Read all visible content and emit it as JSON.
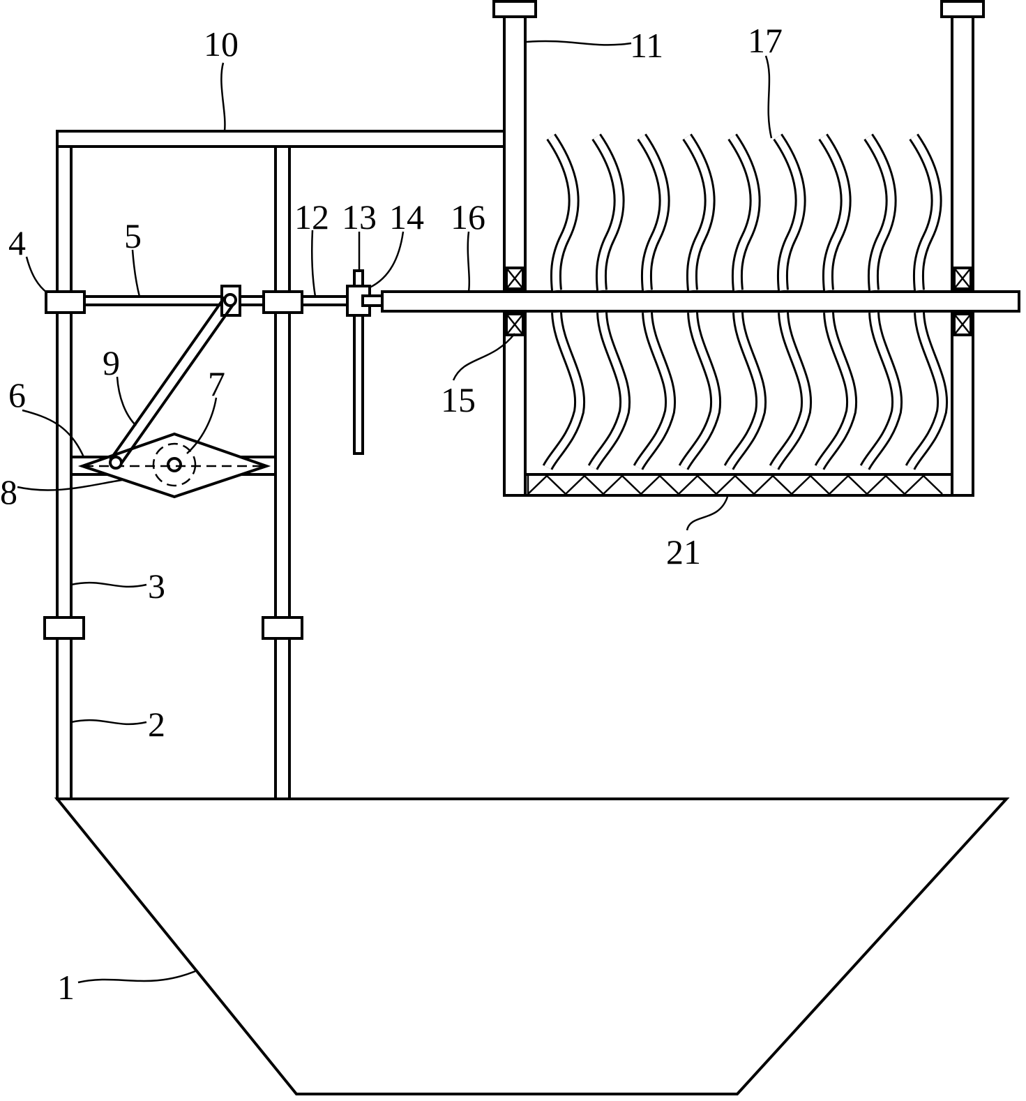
{
  "labels": {
    "l1": "1",
    "l2": "2",
    "l3": "3",
    "l4": "4",
    "l5": "5",
    "l6": "6",
    "l7": "7",
    "l8": "8",
    "l9": "9",
    "l10": "10",
    "l11": "11",
    "l12": "12",
    "l13": "13",
    "l14": "14",
    "l15": "15",
    "l16": "16",
    "l17": "17",
    "l21": "21"
  }
}
